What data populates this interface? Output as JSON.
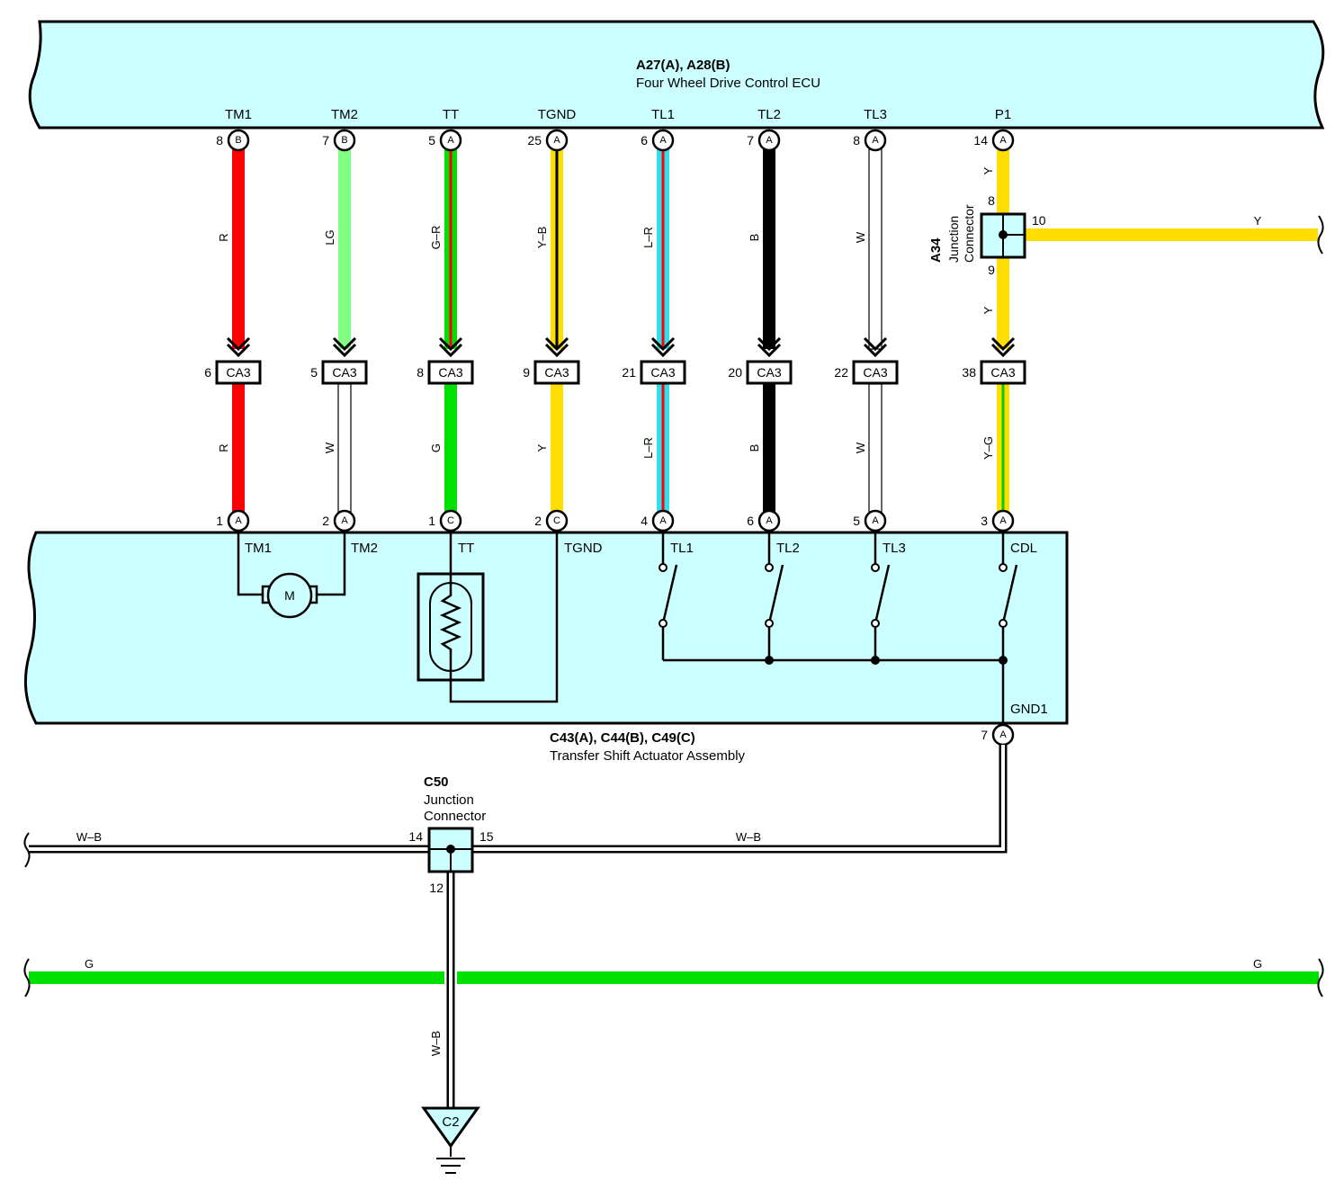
{
  "ecu": {
    "connectors": "A27(A), A28(B)",
    "name": "Four Wheel Drive Control ECU",
    "terminals": [
      "TM1",
      "TM2",
      "TT",
      "TGND",
      "TL1",
      "TL2",
      "TL3",
      "P1"
    ]
  },
  "actuator": {
    "connectors": "C43(A), C44(B), C49(C)",
    "name": "Transfer Shift Actuator Assembly",
    "terminals": [
      "TM1",
      "TM2",
      "TT",
      "TGND",
      "TL1",
      "TL2",
      "TL3",
      "CDL"
    ],
    "ground_terminal": "GND1",
    "motor_symbol": "M"
  },
  "harness_connector": "CA3",
  "wires": [
    {
      "top_pin": "8",
      "top_conn": "B",
      "upper_color": "R",
      "mid_pin": "6",
      "lower_color": "R",
      "bot_pin": "1",
      "bot_conn": "A",
      "upper_hex": "#ff0000",
      "lower_hex": "#ff0000"
    },
    {
      "top_pin": "7",
      "top_conn": "B",
      "upper_color": "LG",
      "mid_pin": "5",
      "lower_color": "W",
      "bot_pin": "2",
      "bot_conn": "A",
      "upper_hex": "#80ff80",
      "lower_hex": "#ffffff"
    },
    {
      "top_pin": "5",
      "top_conn": "A",
      "upper_color": "G–R",
      "mid_pin": "8",
      "lower_color": "G",
      "bot_pin": "1",
      "bot_conn": "C",
      "upper_hex": "#00e000",
      "upper_stripe": "#ff0000",
      "lower_hex": "#00e000"
    },
    {
      "top_pin": "25",
      "top_conn": "A",
      "upper_color": "Y–B",
      "mid_pin": "9",
      "lower_color": "Y",
      "bot_pin": "2",
      "bot_conn": "C",
      "upper_hex": "#ffdd00",
      "upper_stripe": "#000000",
      "lower_hex": "#ffdd00"
    },
    {
      "top_pin": "6",
      "top_conn": "A",
      "upper_color": "L–R",
      "mid_pin": "21",
      "lower_color": "L–R",
      "bot_pin": "4",
      "bot_conn": "A",
      "upper_hex": "#33ddee",
      "upper_stripe": "#ff0000",
      "lower_hex": "#33ddee",
      "lower_stripe": "#ff0000"
    },
    {
      "top_pin": "7",
      "top_conn": "A",
      "upper_color": "B",
      "mid_pin": "20",
      "lower_color": "B",
      "bot_pin": "6",
      "bot_conn": "A",
      "upper_hex": "#000000",
      "lower_hex": "#000000"
    },
    {
      "top_pin": "8",
      "top_conn": "A",
      "upper_color": "W",
      "mid_pin": "22",
      "lower_color": "W",
      "bot_pin": "5",
      "bot_conn": "A",
      "upper_hex": "#ffffff",
      "lower_hex": "#ffffff"
    },
    {
      "top_pin": "14",
      "top_conn": "A",
      "upper_color": "Y",
      "mid_pin": "38",
      "lower_color": "Y–G",
      "bot_pin": "3",
      "bot_conn": "A",
      "upper_hex": "#ffdd00",
      "lower_hex": "#ffdd00",
      "lower_stripe": "#00cc00"
    }
  ],
  "a34": {
    "id": "A34",
    "line1": "Junction",
    "line2": "Connector",
    "pin_top": "8",
    "pin_right": "10",
    "pin_bottom": "9",
    "wire_color_above": "Y",
    "wire_color_below": "Y",
    "wire_color_right": "Y"
  },
  "gnd1_pin": {
    "pin": "7",
    "conn": "A"
  },
  "c50": {
    "id": "C50",
    "line1": "Junction",
    "line2": "Connector",
    "pin_left": "14",
    "pin_right": "15",
    "pin_bottom": "12",
    "wire_left": "W–B",
    "wire_right": "W–B",
    "wire_down": "W–B"
  },
  "green_bus": {
    "left_label": "G",
    "right_label": "G"
  },
  "ground": {
    "id": "C2"
  },
  "colors": {
    "panel_fill": "#ccffff",
    "red": "#ff0000",
    "light_green": "#80ff80",
    "green": "#00e000",
    "yellow": "#ffdd00",
    "blue": "#33ddee",
    "black": "#000000"
  }
}
